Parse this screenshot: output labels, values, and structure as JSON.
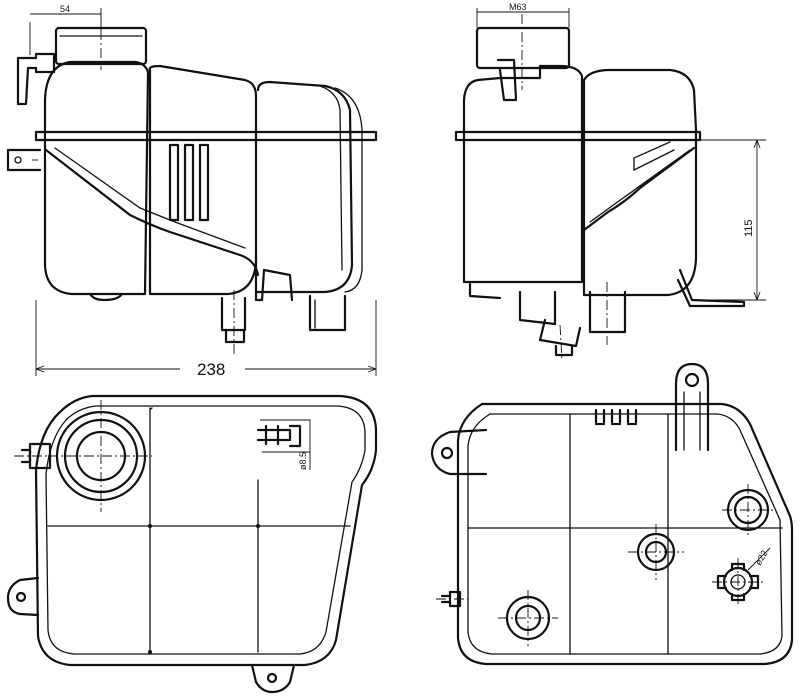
{
  "views": {
    "front": {
      "width_label": "238",
      "cap_label": "54"
    },
    "side": {
      "cap_label": "M63",
      "height_label": "115"
    },
    "top": {
      "hose_label": "ø8.5"
    },
    "bottom": {
      "hose_label": "ø22"
    }
  },
  "colors": {
    "line": "#111111",
    "background": "#ffffff"
  }
}
